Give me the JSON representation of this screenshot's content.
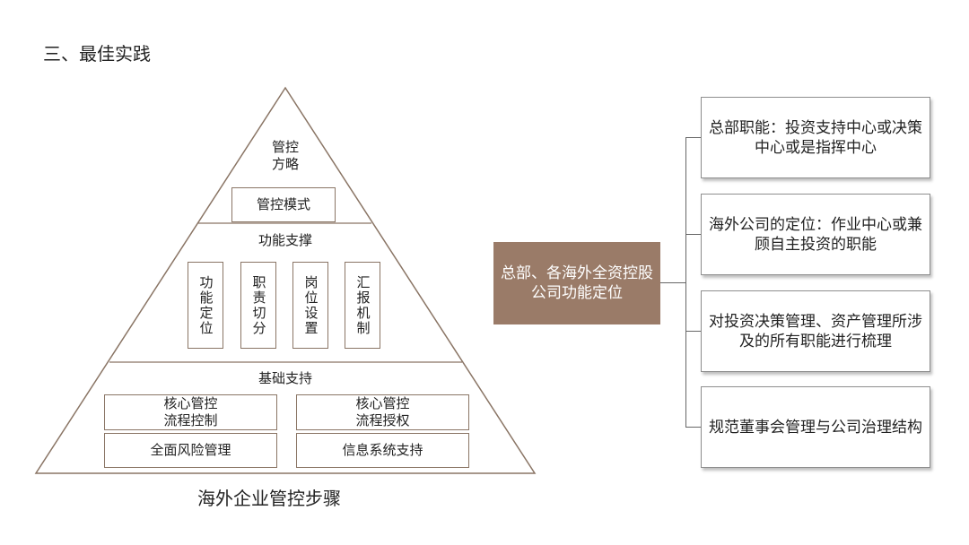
{
  "slide_title": "三、最佳实践",
  "pyramid": {
    "top": {
      "label": "管控\n方略",
      "box": "管控模式"
    },
    "middle": {
      "label": "功能支撑",
      "boxes": [
        "功能定位",
        "职责切分",
        "岗位设置",
        "汇报机制"
      ]
    },
    "bottom": {
      "label": "基础支持",
      "boxes": [
        "核心管控\n流程控制",
        "核心管控\n流程授权",
        "全面风险管理",
        "信息系统支持"
      ]
    },
    "caption": "海外企业管控步骤"
  },
  "tree": {
    "center": "总部、各海外全资控股公司功能定位",
    "items": [
      "总部职能：投资支持中心或决策中心或是指挥中心",
      "海外公司的定位：作业中心或兼顾自主投资的职能",
      "对投资决策管理、资产管理所涉及的所有职能进行梳理",
      "规范董事会管理与公司治理结构"
    ]
  },
  "colors": {
    "accent": "#9a7b68",
    "border": "#8a7565"
  }
}
